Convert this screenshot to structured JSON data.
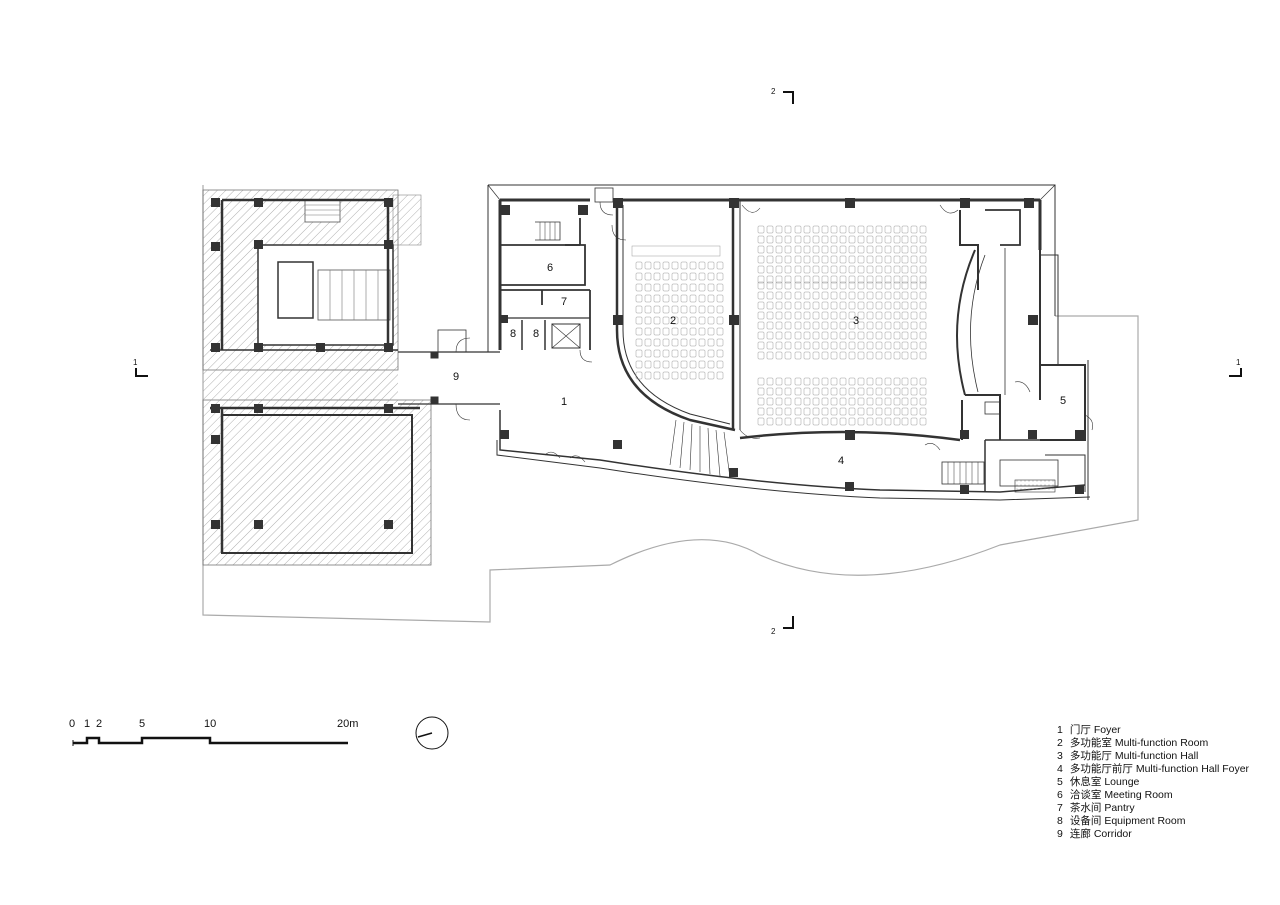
{
  "rooms": [
    {
      "num": "1",
      "label": "门厅 Foyer"
    },
    {
      "num": "2",
      "label": "多功能室 Multi-function Room"
    },
    {
      "num": "3",
      "label": "多功能厅 Multi-function Hall"
    },
    {
      "num": "4",
      "label": "多功能厅前厅 Multi-function Hall Foyer"
    },
    {
      "num": "5",
      "label": "休息室 Lounge"
    },
    {
      "num": "6",
      "label": "洽谈室 Meeting Room"
    },
    {
      "num": "7",
      "label": "茶水间 Pantry"
    },
    {
      "num": "8",
      "label": "设备间 Equipment Room"
    },
    {
      "num": "9",
      "label": "连廊 Corridor"
    }
  ],
  "room_tags": {
    "r1": "1",
    "r2": "2",
    "r3": "3",
    "r4": "4",
    "r5": "5",
    "r6": "6",
    "r7": "7",
    "r8a": "8",
    "r8b": "8",
    "r9": "9"
  },
  "section_marks": {
    "s1_left": "1",
    "s1_right": "1",
    "s2_top": "2",
    "s2_bottom": "2"
  },
  "scale_bar": {
    "t0": "0",
    "t1": "1",
    "t2": "2",
    "t5": "5",
    "t10": "10",
    "t20": "20m"
  }
}
